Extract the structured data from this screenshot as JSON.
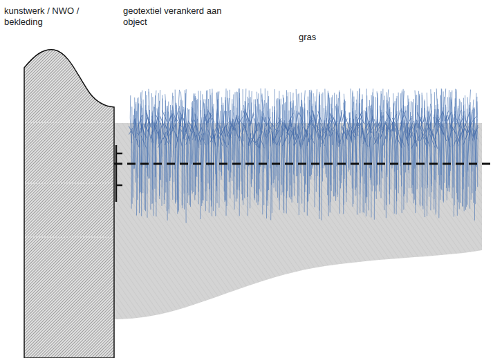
{
  "diagram": {
    "labels": [
      "kunstwerk / NWO / bekleding",
      "geotextiel verankerd aan object",
      "gras"
    ]
  }
}
